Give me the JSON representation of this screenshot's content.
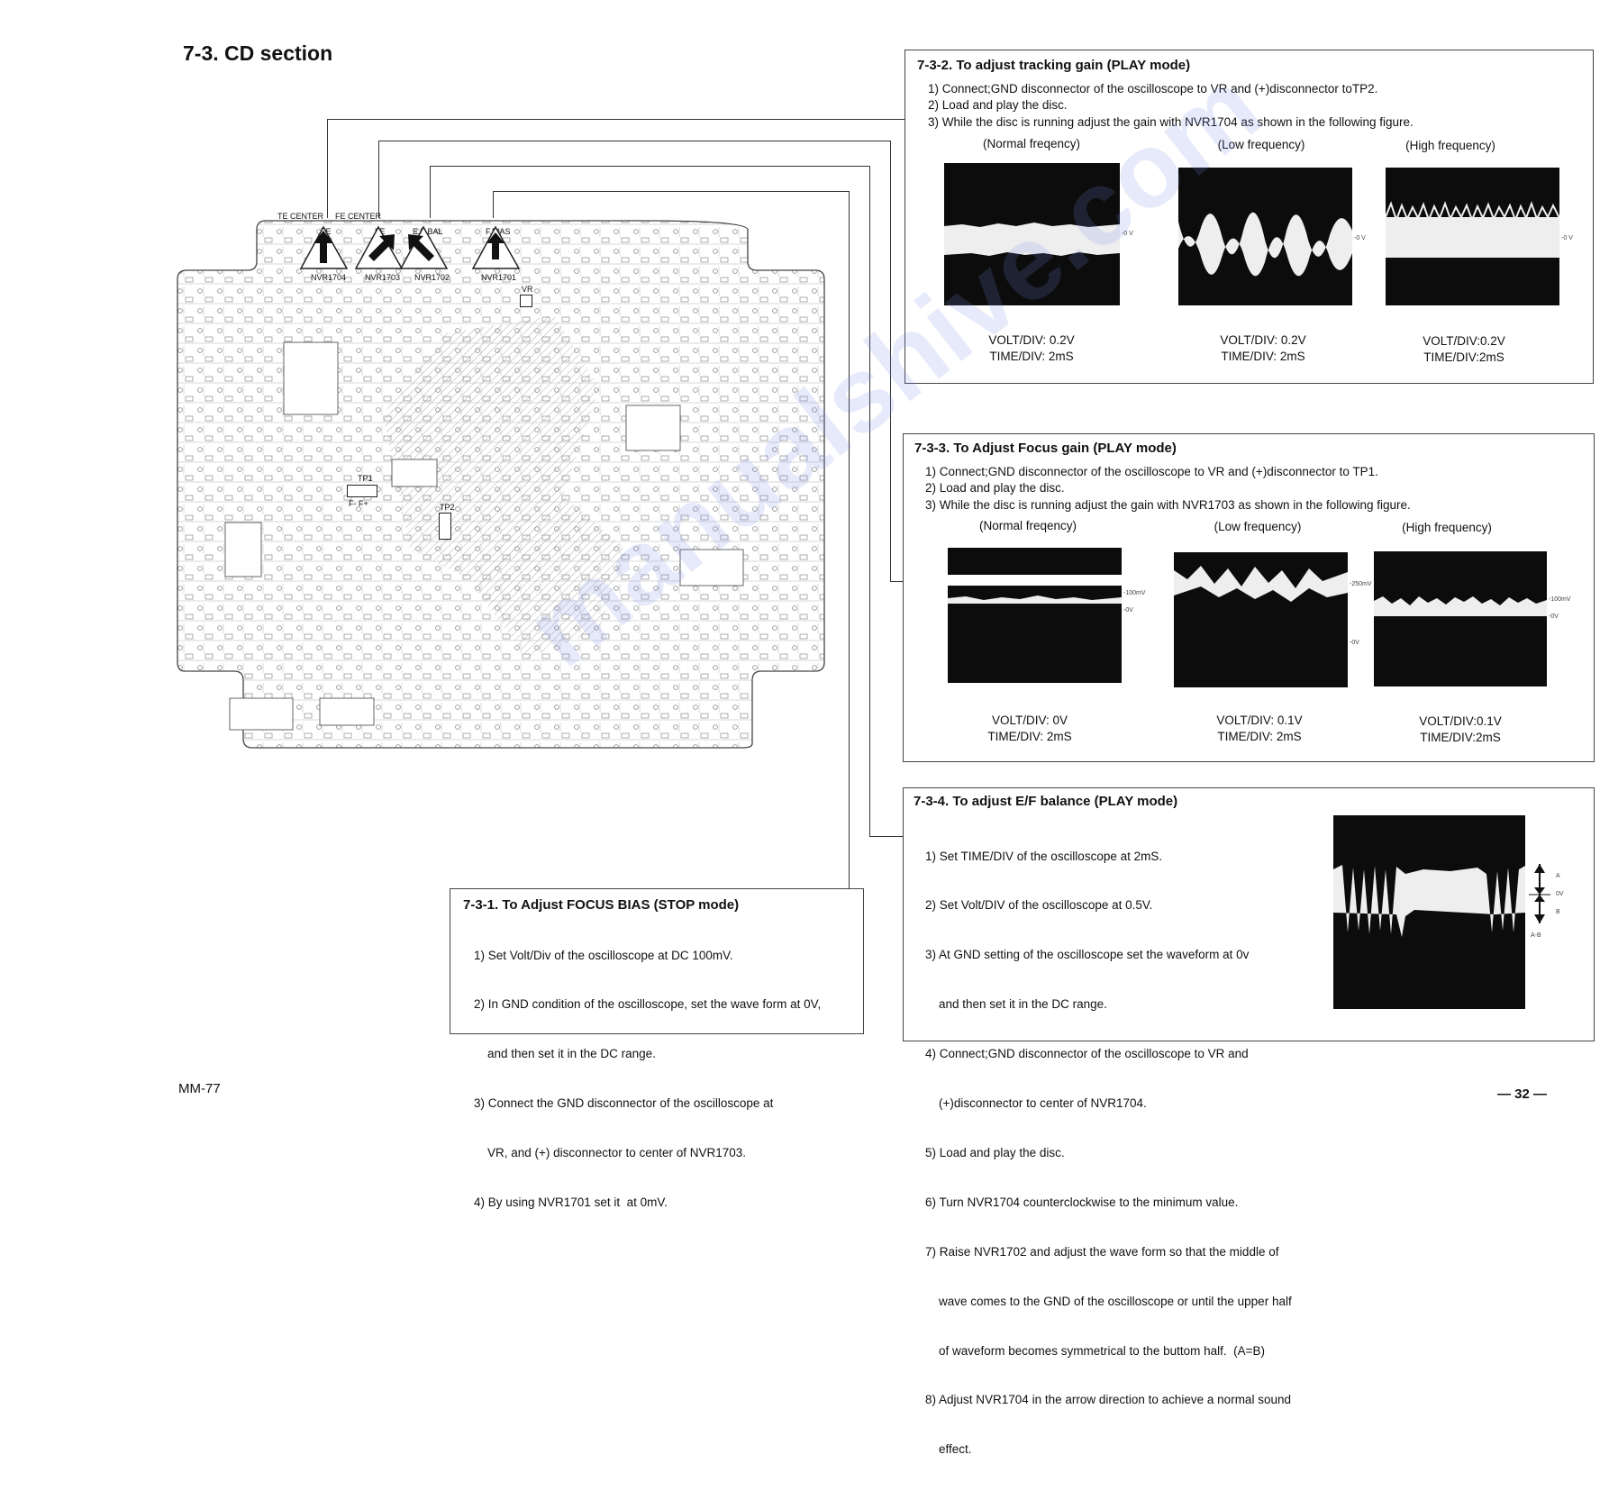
{
  "page": {
    "title": "7-3. CD section",
    "footer_left": "MM-77",
    "footer_right": "— 32 —",
    "watermark": "manualshive.com"
  },
  "board": {
    "labels": [
      "TE CENTER",
      "FE CENTER",
      "TE",
      "FE",
      "E.F BAL",
      "F.BIAS"
    ],
    "pots": [
      "NVR1704",
      "NVR1703",
      "NVR1702",
      "NVR1701"
    ],
    "vr_label": "VR",
    "tp1_label": "TP1",
    "tp2_label": "TP2",
    "tp1_sub": "F- F+"
  },
  "sec_7_3_2": {
    "heading": "7-3-2. To adjust tracking gain (PLAY mode)",
    "steps": [
      "1) Connect;GND disconnector of the oscilloscope to VR  and (+)disconnector toTP2.",
      "2) Load and play the disc.",
      "3) While the disc is  running adjust the gain with NVR1704 as shown in the following  figure."
    ],
    "scopes": [
      {
        "label": "(Normal freqency)",
        "caption1": "VOLT/DIV: 0.2V",
        "caption2": "TIME/DIV: 2mS",
        "marker": "-0 V"
      },
      {
        "label": "(Low frequency)",
        "caption1": "VOLT/DIV: 0.2V",
        "caption2": "TIME/DIV: 2mS",
        "marker": "-0 V"
      },
      {
        "label": "(High frequency)",
        "caption1": "VOLT/DIV:0.2V",
        "caption2": "TIME/DIV:2mS",
        "marker": "-0 V"
      }
    ]
  },
  "sec_7_3_3": {
    "heading": "7-3-3. To Adjust  Focus gain (PLAY mode)",
    "steps": [
      "1) Connect;GND disconnector of the oscilloscope to VR and (+)disconnector to TP1.",
      "2) Load and play the disc.",
      "3) While the disc is  running adjust the gain with NVR1703 as shown in the following figure."
    ],
    "scopes": [
      {
        "label": "(Normal freqency)",
        "caption1": "VOLT/DIV: 0V",
        "caption2": "TIME/DIV: 2mS",
        "marker1": "-100mV",
        "marker2": "-0V"
      },
      {
        "label": "(Low frequency)",
        "caption1": "VOLT/DIV: 0.1V",
        "caption2": "TIME/DIV: 2mS",
        "marker1": "-250mV",
        "marker2": "-0V"
      },
      {
        "label": "(High frequency)",
        "caption1": "VOLT/DIV:0.1V",
        "caption2": "TIME/DIV:2mS",
        "marker1": "-100mV",
        "marker2": "-0V"
      }
    ]
  },
  "sec_7_3_4": {
    "heading": "7-3-4. To adjust E/F balance (PLAY mode)",
    "steps": [
      "1) Set TIME/DIV of the oscilloscope at 2mS.",
      "2) Set Volt/DIV of the oscilloscope at 0.5V.",
      "3) At GND setting of the oscilloscope set the waveform at 0v",
      "    and then set it in the DC range.",
      "4) Connect;GND disconnector of the oscilloscope to VR and",
      "    (+)disconnector to center of NVR1704.",
      "5) Load and play the disc.",
      "6) Turn NVR1704 counterclockwise to the minimum value.",
      "7) Raise NVR1702 and adjust the wave form so that the middle of",
      "    wave comes to the GND of the oscilloscope or until the upper half",
      "    of waveform becomes symmetrical to the buttom half.  (A=B)",
      "8) Adjust NVR1704 in the arrow direction to achieve a normal sound",
      "    effect."
    ],
    "scope_markers": [
      "A",
      "0V",
      "B",
      "A-B"
    ]
  },
  "sec_7_3_1": {
    "heading": "7-3-1. To Adjust FOCUS BIAS (STOP mode)",
    "steps": [
      "1) Set Volt/Div of the oscilloscope at DC 100mV.",
      "2) In GND condition of the oscilloscope, set the wave form at 0V,",
      "    and then set it in the DC range.",
      "3) Connect the GND disconnector of the oscilloscope at",
      "    VR, and (+) disconnector to center of NVR1703.",
      "4) By using NVR1701 set it  at 0mV."
    ]
  }
}
